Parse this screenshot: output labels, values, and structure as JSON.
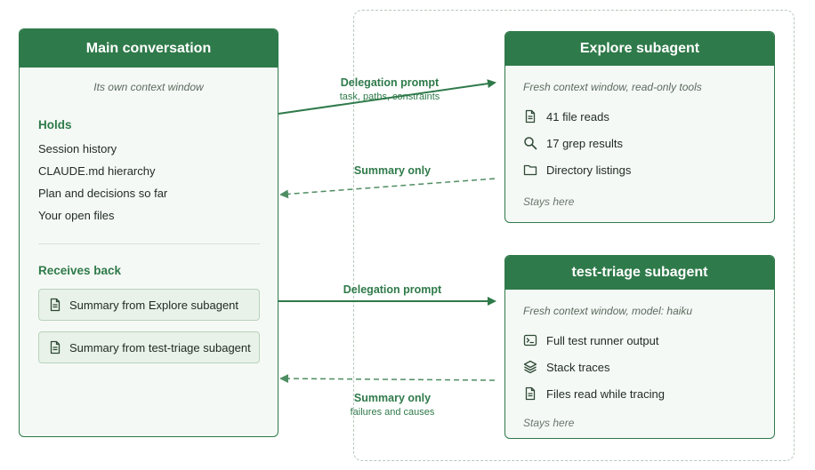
{
  "main": {
    "title": "Main conversation",
    "subtitle": "Its own context window",
    "holds_title": "Holds",
    "holds": [
      "Session history",
      "CLAUDE.md hierarchy",
      "Plan and decisions so far",
      "Your open files"
    ],
    "receives_title": "Receives back",
    "receives": [
      "Summary from Explore subagent",
      "Summary from test-triage subagent"
    ]
  },
  "explore": {
    "title": "Explore subagent",
    "subtitle": "Fresh context window, read-only tools",
    "items": [
      {
        "icon": "file-icon",
        "label": "41 file reads"
      },
      {
        "icon": "search-icon",
        "label": "17 grep results"
      },
      {
        "icon": "folder-icon",
        "label": "Directory listings"
      }
    ],
    "footer": "Stays here"
  },
  "triage": {
    "title": "test-triage subagent",
    "subtitle": "Fresh context window, model: haiku",
    "items": [
      {
        "icon": "terminal-icon",
        "label": "Full test runner output"
      },
      {
        "icon": "layers-icon",
        "label": "Stack traces"
      },
      {
        "icon": "file-icon",
        "label": "Files read while tracing"
      }
    ],
    "footer": "Stays here"
  },
  "arrows": {
    "explore_out_label": "Delegation prompt",
    "explore_out_sub": "task, paths, constraints",
    "explore_back_label": "Summary only",
    "triage_out_label": "Delegation prompt",
    "triage_back_label": "Summary only",
    "triage_back_sub": "failures and causes"
  },
  "colors": {
    "accent": "#2f7a4a",
    "panel_bg": "#f5f9f5",
    "chip_bg": "#e8f2e8"
  }
}
